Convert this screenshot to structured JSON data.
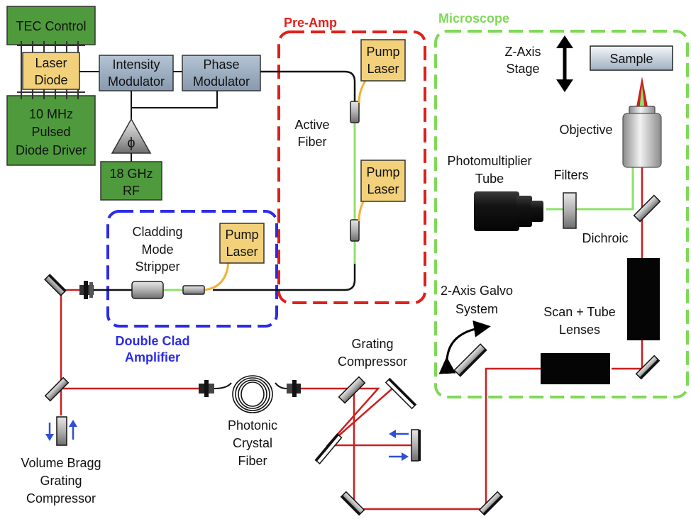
{
  "regions": {
    "pre_amp": "Pre-Amp",
    "microscope": "Microscope",
    "double_clad": [
      "Double Clad",
      "Amplifier"
    ]
  },
  "components": {
    "tec_control": "TEC Control",
    "laser_diode": [
      "Laser",
      "Diode"
    ],
    "pulsed_driver": [
      "10 MHz",
      "Pulsed",
      "Diode Driver"
    ],
    "intensity_modulator": [
      "Intensity",
      "Modulator"
    ],
    "phase_modulator": [
      "Phase",
      "Modulator"
    ],
    "phase_shifter_symbol": "ϕ",
    "rf_source": [
      "18 GHz",
      "RF"
    ],
    "pump_laser": [
      "Pump",
      "Laser"
    ],
    "active_fiber": [
      "Active",
      "Fiber"
    ],
    "cladding_mode_stripper": [
      "Cladding",
      "Mode",
      "Stripper"
    ],
    "z_axis_stage": [
      "Z-Axis",
      "Stage"
    ],
    "sample": "Sample",
    "objective": "Objective",
    "photomultiplier_tube": [
      "Photomultiplier",
      "Tube"
    ],
    "filters": "Filters",
    "dichroic": "Dichroic",
    "galvo_system": [
      "2-Axis Galvo",
      "System"
    ],
    "scan_tube_lenses": [
      "Scan + Tube",
      "Lenses"
    ],
    "grating_compressor": [
      "Grating",
      "Compressor"
    ],
    "photonic_crystal_fiber": [
      "Photonic",
      "Crystal",
      "Fiber"
    ],
    "vbg_compressor": [
      "Volume Bragg",
      "Grating",
      "Compressor"
    ]
  },
  "colors": {
    "pre_amp_border": "#e0201b",
    "microscope_border": "#7ed957",
    "double_clad_border": "#2b2be8",
    "beam_red": "#cc1f1f",
    "fluorescence_green": "#8fe06a",
    "pump_fiber_orange": "#f2b134",
    "green_box": "#4e9a3c",
    "pump_box": "#f2d17a",
    "modulator_box": "#9aacbd",
    "arrow_blue": "#2f4fd6"
  }
}
